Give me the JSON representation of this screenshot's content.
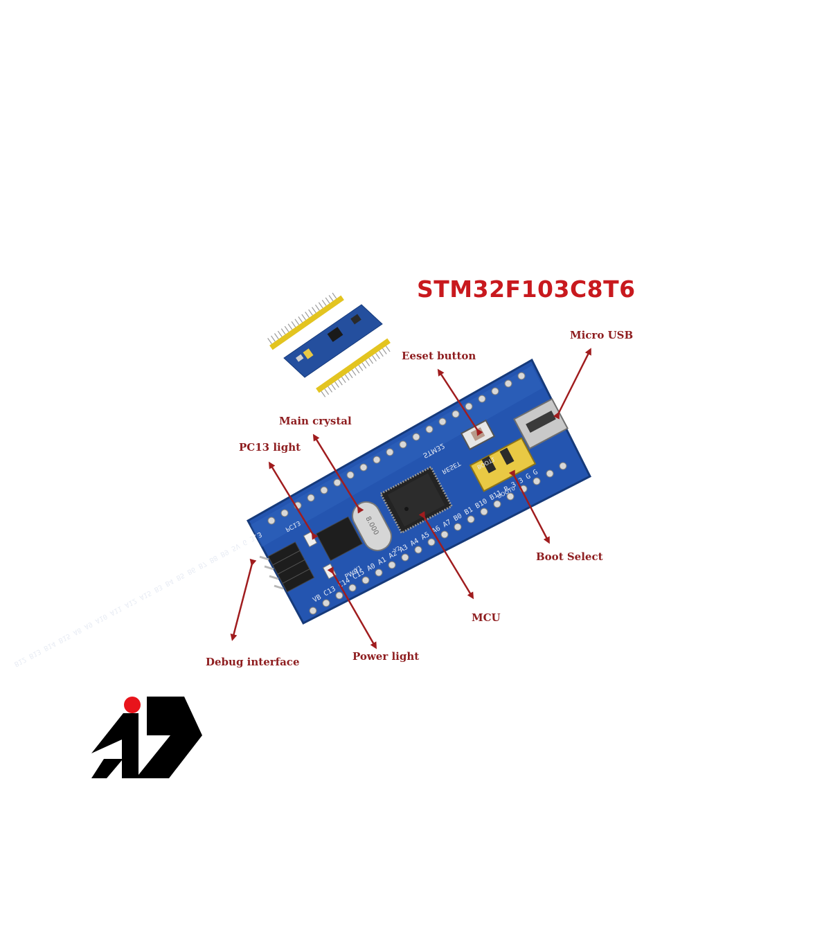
{
  "title": "STM32F103C8T6",
  "labels": {
    "micro_usb": "Micro USB",
    "reset_button": "Eeset button",
    "main_crystal": "Main crystal",
    "pc13_light": "PC13 light",
    "boot_select": "Boot Select",
    "mcu": "MCU",
    "power_light": "Power light",
    "debug_interface": "Debug interface"
  },
  "silkscreen": {
    "top_pins": "B12 B13 B14 B15 A8 A9 A10 A11 A12 A15 B3 B4 B5 B6 B7 B8 B9 5V G 3.3",
    "bottom_pins": "VB C13 C14 C15 A0 A1 A2 A3 A4 A5 A6 A7 B0 B1 B10 B11 R 3.3 G G",
    "chip_brand": "STM32",
    "reset": "RESET",
    "boot0": "BOOT0",
    "boot1": "BOOT1",
    "pc13": "PC13",
    "pwr": "PWR",
    "crystal": "8.000",
    "crystal_ref": "Y1",
    "crystal2_ref": "Y2"
  },
  "colors": {
    "accent": "#c8191e",
    "label": "#8e1d1f",
    "arrow": "#a01c1e",
    "pcb": "#1f4fa8",
    "header_pins": "#e3c420",
    "logo_dot": "#e8141b"
  },
  "logo": {
    "icon": "brand-logo-icon"
  }
}
